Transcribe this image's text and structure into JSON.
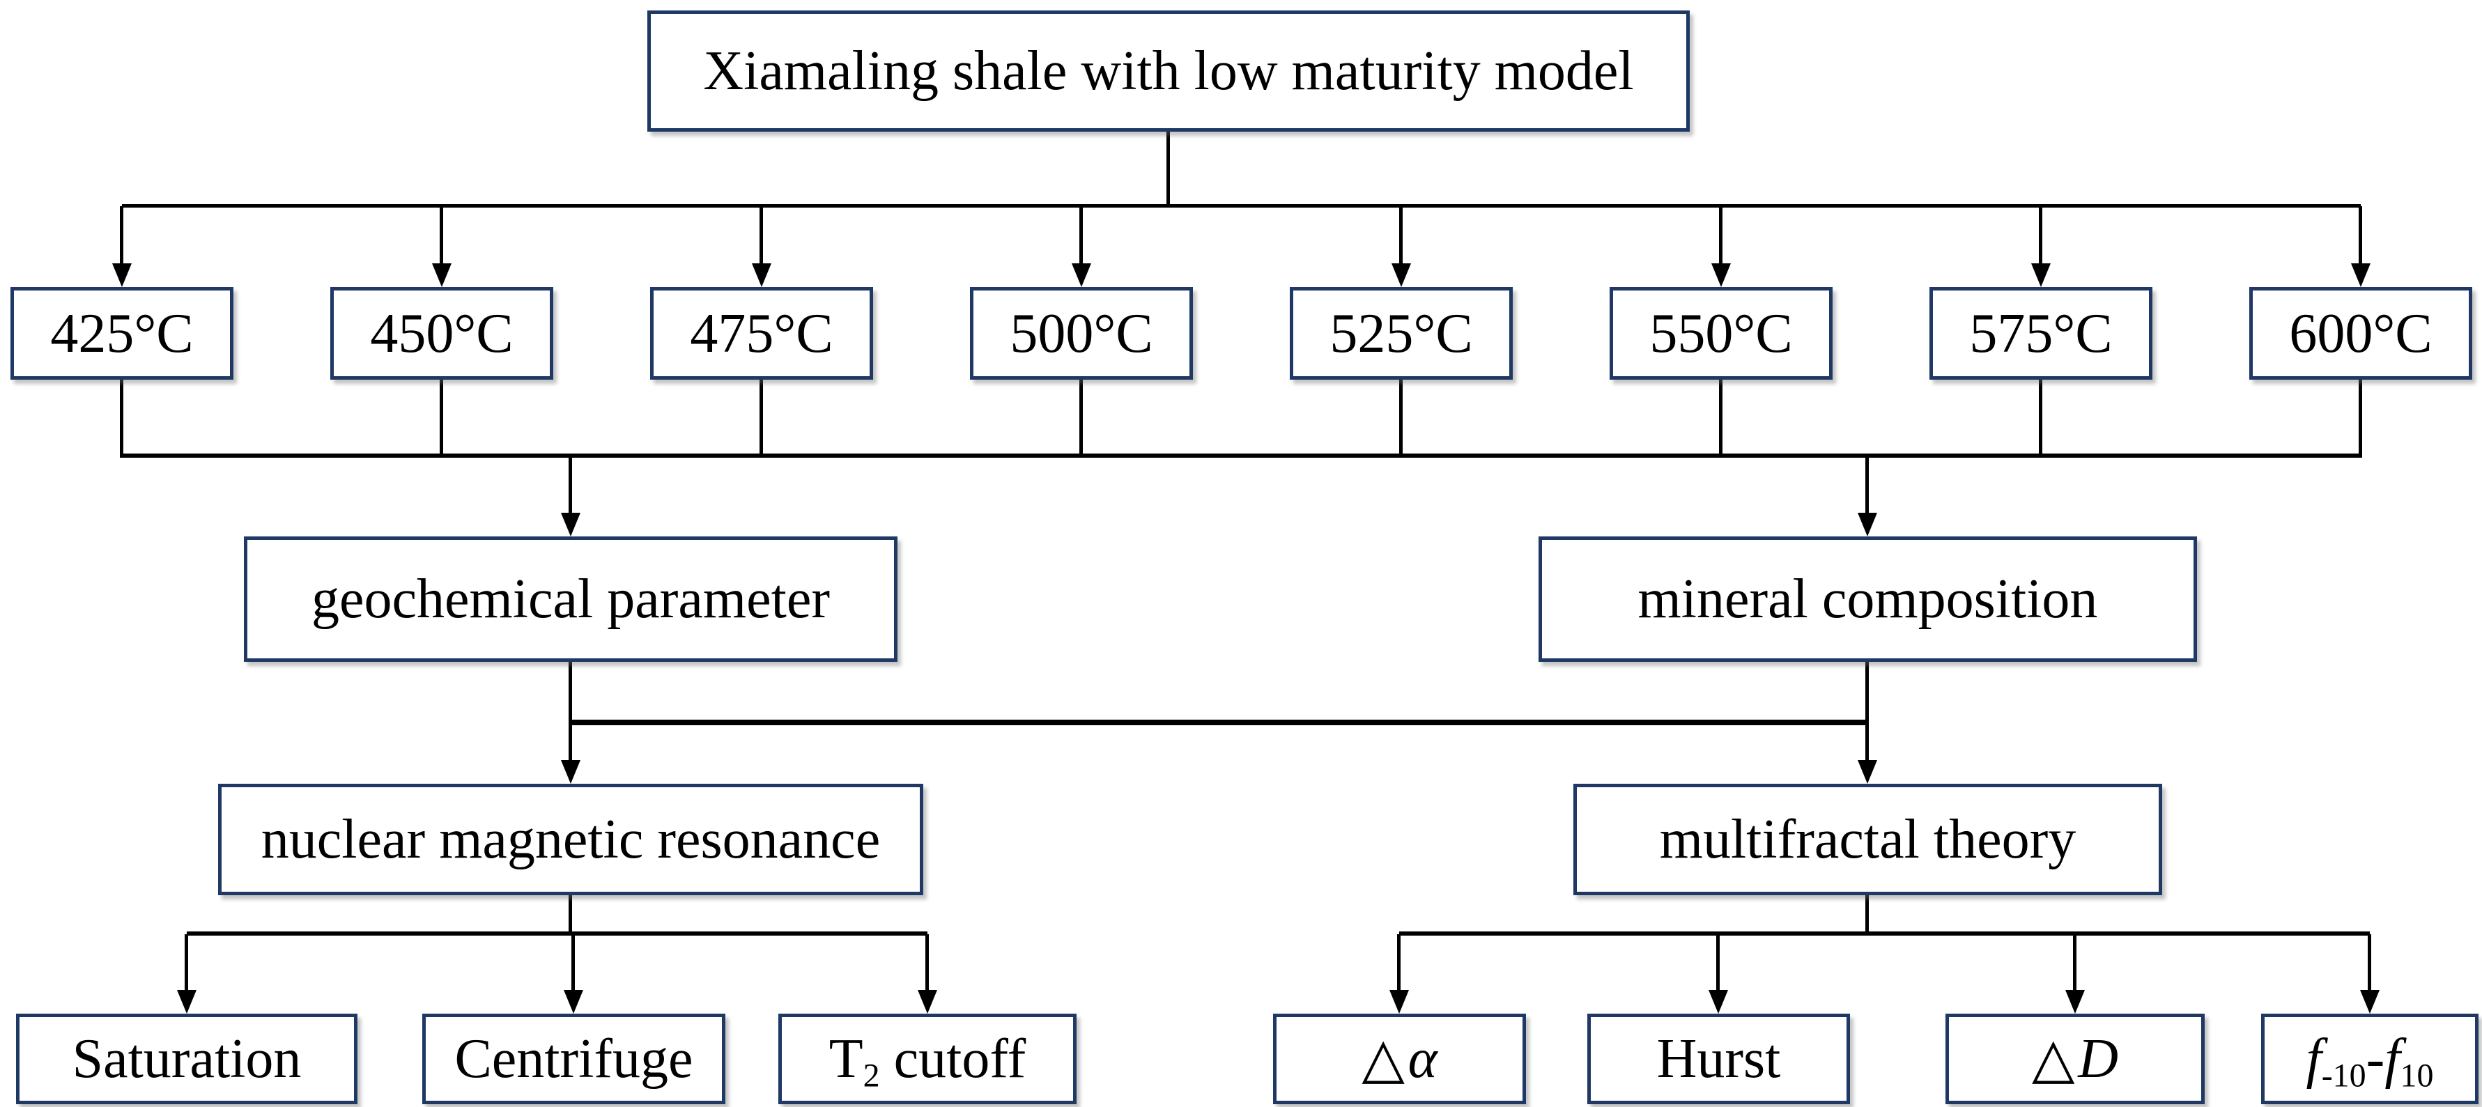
{
  "diagram": {
    "root": {
      "label": "Xiamaling shale with low maturity model"
    },
    "temperatures": [
      {
        "label": "425°C"
      },
      {
        "label": "450°C"
      },
      {
        "label": "475°C"
      },
      {
        "label": "500°C"
      },
      {
        "label": "525°C"
      },
      {
        "label": "550°C"
      },
      {
        "label": "575°C"
      },
      {
        "label": "600°C"
      }
    ],
    "level2": {
      "geochemical": {
        "label": "geochemical parameter"
      },
      "mineral": {
        "label": "mineral composition"
      }
    },
    "level3": {
      "nmr": {
        "label": "nuclear magnetic resonance"
      },
      "multifractal": {
        "label": "multifractal theory"
      }
    },
    "nmr_children": {
      "saturation": {
        "label": "Saturation"
      },
      "centrifuge": {
        "label": "Centrifuge"
      },
      "t2cutoff": {
        "pre": "T",
        "sub": "2",
        "post": " cutoff"
      }
    },
    "multifractal_children": {
      "delta_alpha": {
        "tri": "△",
        "sym": "α"
      },
      "hurst": {
        "label": "Hurst"
      },
      "delta_d": {
        "tri": "△",
        "sym": "D"
      },
      "f_range": {
        "f1": "f",
        "sub1": "-10",
        "dash": "-",
        "f2": "f",
        "sub2": "10"
      }
    },
    "colors": {
      "box_border": "#1f3864",
      "line": "#000000",
      "text": "#000000",
      "background": "#ffffff"
    }
  }
}
